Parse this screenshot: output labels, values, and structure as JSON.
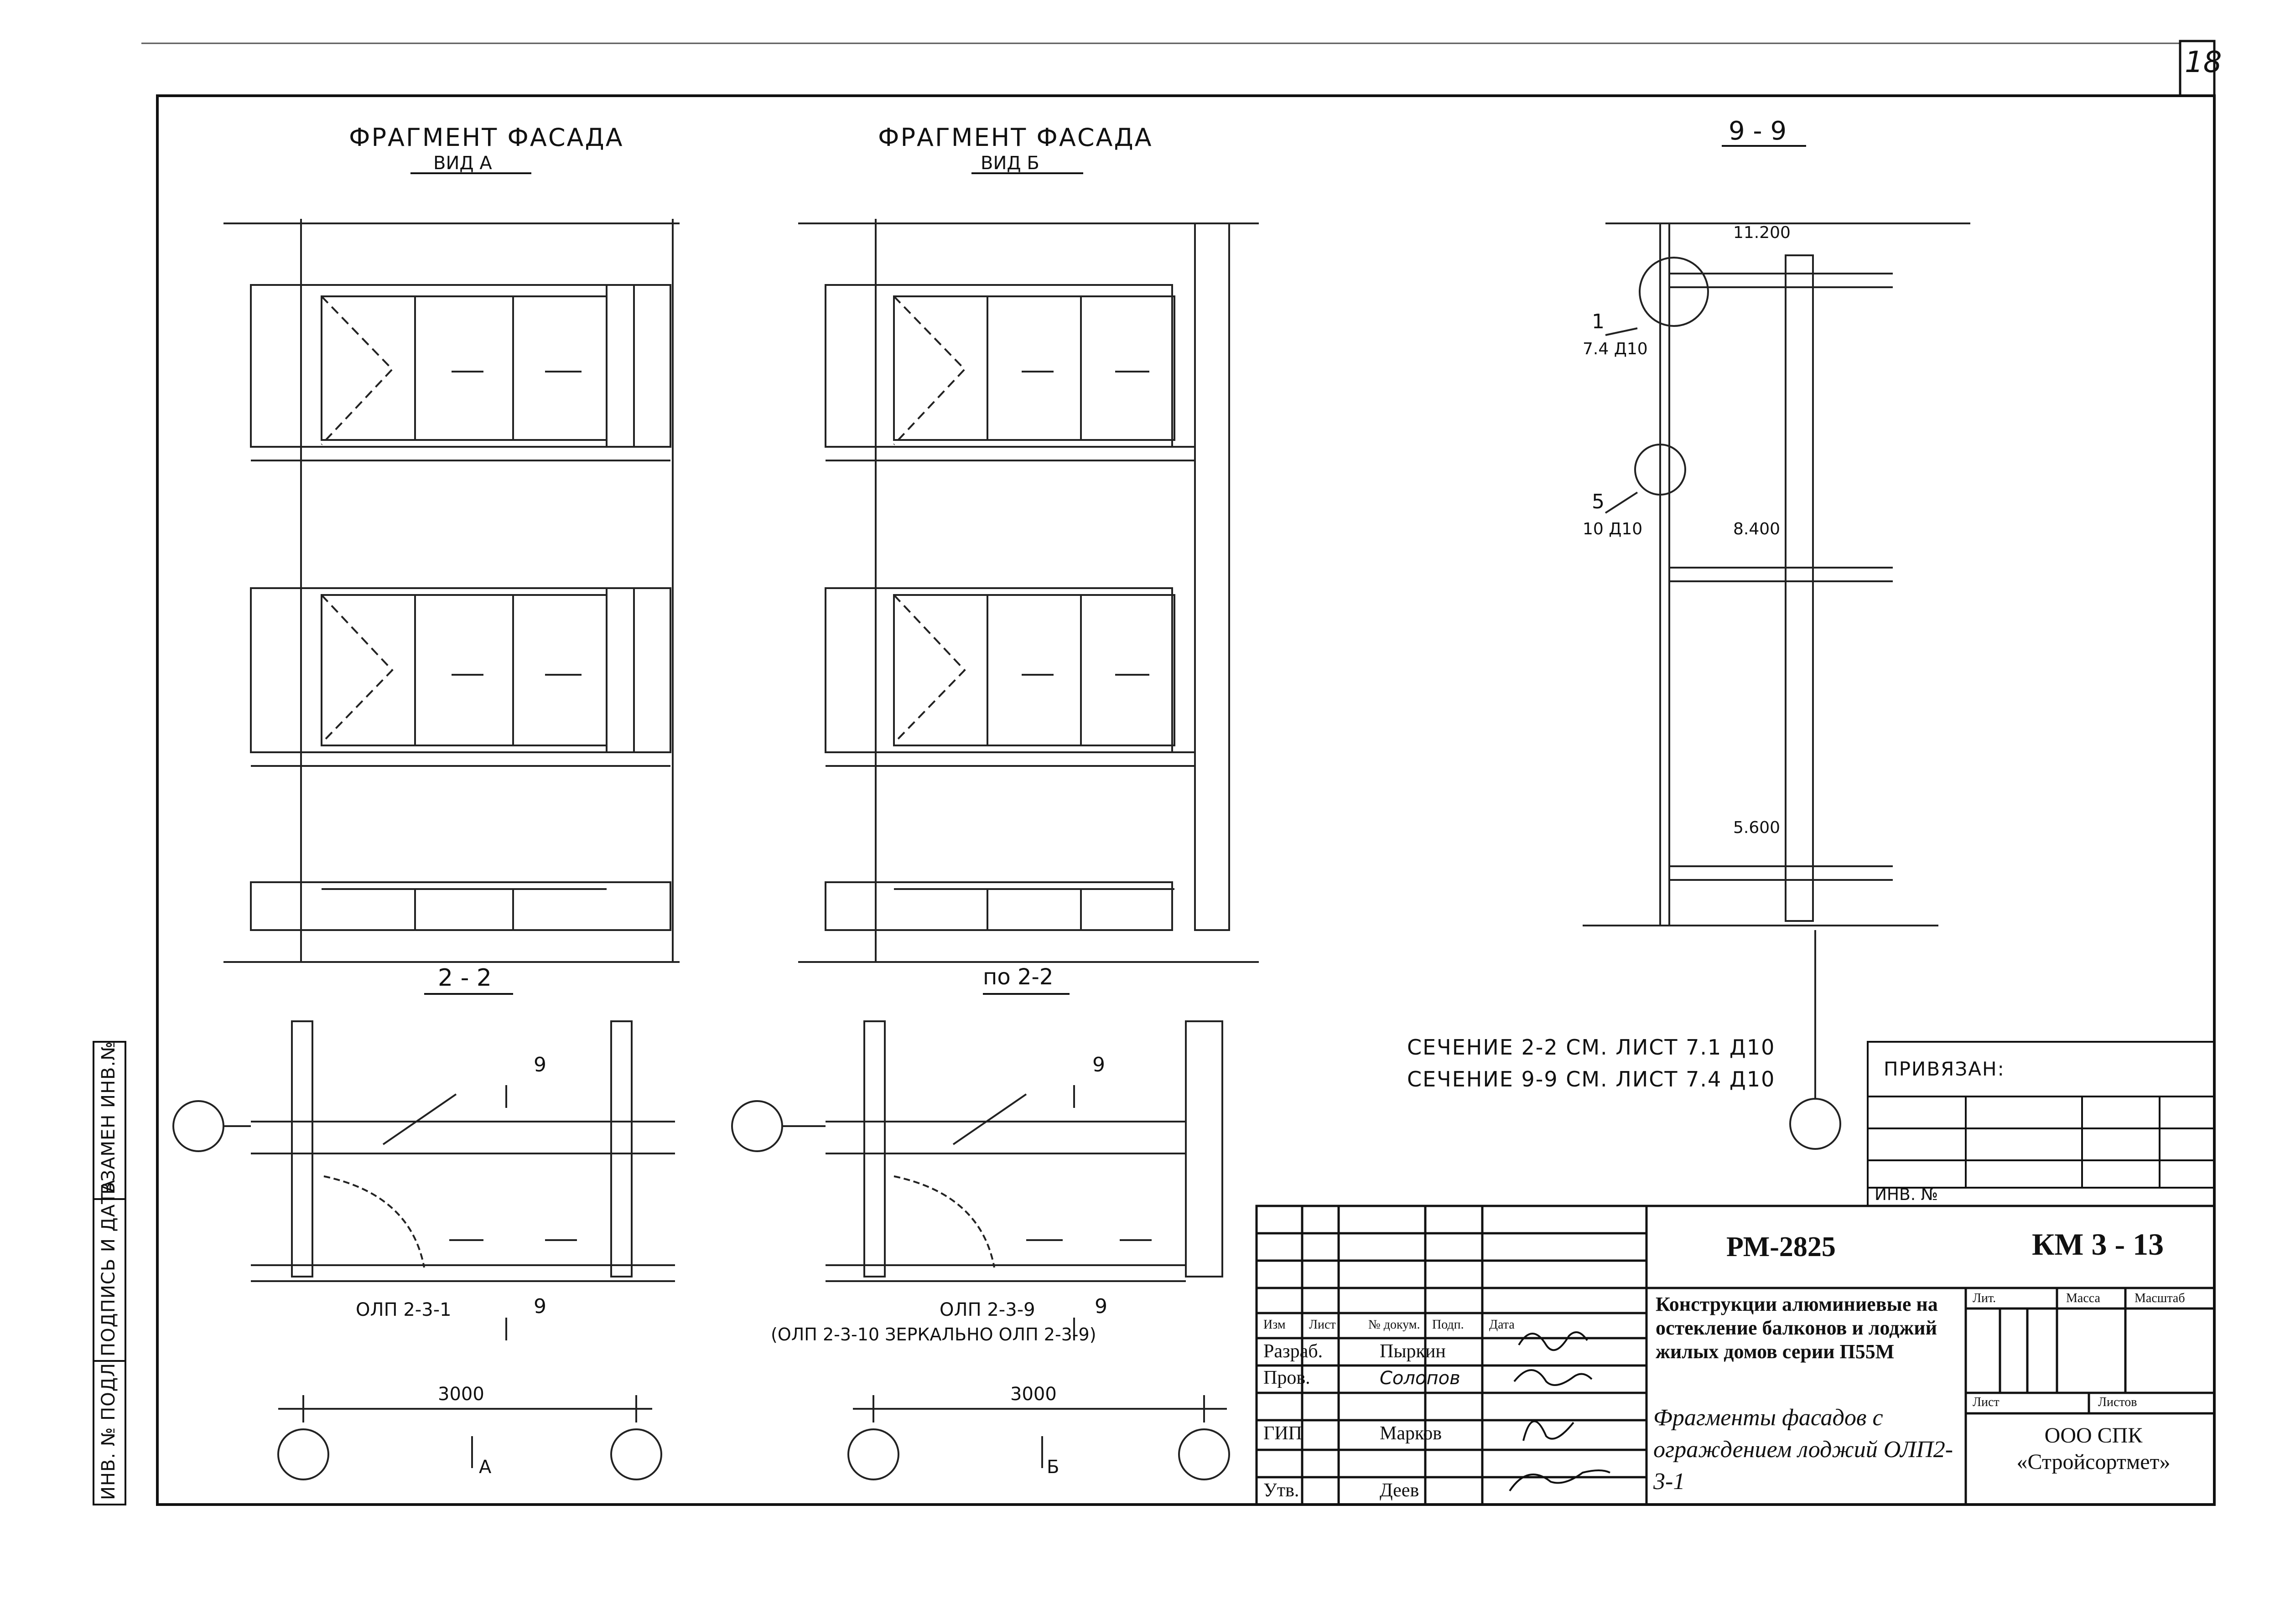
{
  "page_number": "18",
  "views": {
    "facade_a": {
      "title": "ФРАГМЕНТ ФАСАДА",
      "subtitle": "ВИД А"
    },
    "facade_b": {
      "title": "ФРАГМЕНТ ФАСАДА",
      "subtitle": "ВИД Б"
    },
    "section_9": {
      "title": "9 - 9"
    },
    "plan_a": {
      "title": "2 - 2",
      "cut_mark": "9",
      "product": "ОЛП 2-3-1",
      "dimension": "3000",
      "arrow_label": "А"
    },
    "plan_b": {
      "title": "по 2-2",
      "cut_mark": "9",
      "product": "ОЛП 2-3-9",
      "product_note": "(ОЛП 2-3-10 ЗЕРКАЛЬНО ОЛП 2-3-9)",
      "dimension": "3000",
      "arrow_label": "Б"
    }
  },
  "section_callouts": [
    {
      "number": "1",
      "sheet": "7.4 Д10"
    },
    {
      "number": "5",
      "sheet": "10 Д10"
    }
  ],
  "levels": [
    "11.200",
    "8.400",
    "5.600"
  ],
  "notes": [
    "СЕЧЕНИЕ 2-2 СМ. ЛИСТ 7.1 Д10",
    "СЕЧЕНИЕ 9-9 СМ. ЛИСТ 7.4 Д10"
  ],
  "side_stamp": [
    "ИНВ. № ПОДЛ",
    "ПОДПИСЬ И ДАТА",
    "ВЗАМЕН ИНВ.№"
  ],
  "privyazan": {
    "label": "ПРИВЯЗАН:",
    "inv_label": "ИНВ. №"
  },
  "title_block": {
    "doc_code": "РМ-2825",
    "sheet_code": "КМ 3 - 13",
    "title": "Конструкции алюминиевые на остекление балконов и лоджий жилых домов серии П55М",
    "sheet_title": "Фрагменты фасадов с ограждением лоджий ОЛП2-3-1",
    "company": "ООО СПК «Стройсортмет»",
    "header_cols": [
      "Изм",
      "Лист",
      "№ докум.",
      "Подп.",
      "Дата"
    ],
    "lit_headers": [
      "Лит.",
      "Масса",
      "Масштаб"
    ],
    "sheet_headers": [
      "Лист",
      "Листов"
    ],
    "roles": [
      {
        "role": "Разраб.",
        "name": "Пыркин"
      },
      {
        "role": "Пров.",
        "name": "Солопов"
      },
      {
        "role": "ГИП",
        "name": "Марков"
      },
      {
        "role": "Утв.",
        "name": "Деев"
      }
    ]
  }
}
